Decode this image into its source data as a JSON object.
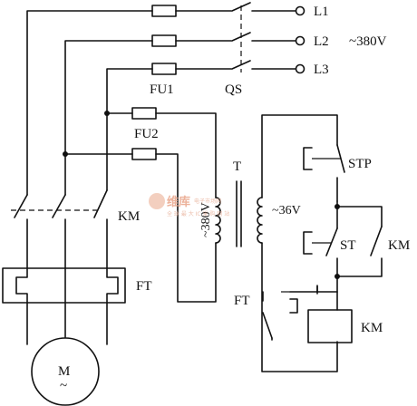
{
  "labels": {
    "l1": "L1",
    "l2": "L2",
    "l3": "L3",
    "supply_voltage": "~380V",
    "fuse1": "FU1",
    "switch": "QS",
    "fuse2": "FU2",
    "transformer": "T",
    "primary_voltage": "~380V",
    "secondary_voltage": "~36V",
    "stop_button": "STP",
    "start_button": "ST",
    "contactor_main": "KM",
    "contactor_aux": "KM",
    "contactor_coil": "KM",
    "thermal_relay": "FT",
    "thermal_contact": "FT",
    "motor": "M",
    "motor_ac": "~"
  },
  "watermark": {
    "brand": "维库",
    "sub": "电子市场网",
    "tagline": "全 球 最 大 IC 采 购 网 站"
  },
  "colors": {
    "line": "#111111",
    "watermark": "#e9a58a"
  }
}
